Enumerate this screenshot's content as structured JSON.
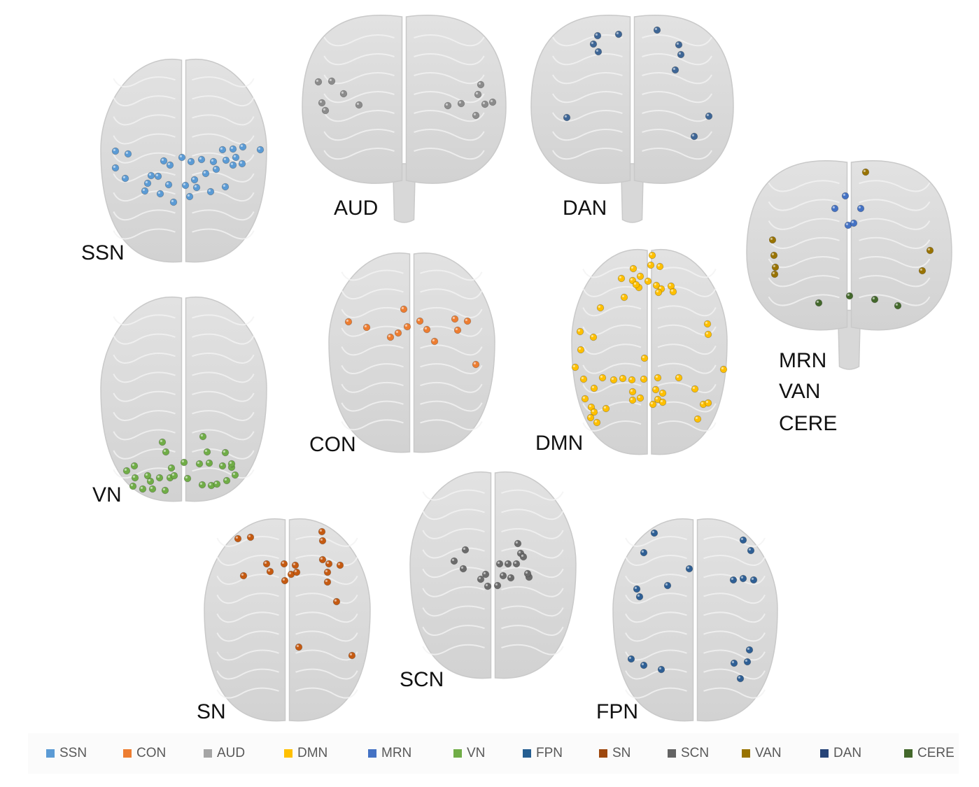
{
  "panels": [
    {
      "id": "ssn",
      "label": "SSN",
      "view": "axial",
      "node_color": "#5b9bd5"
    },
    {
      "id": "aud",
      "label": "AUD",
      "view": "coronal",
      "node_color": "#8c8c8c"
    },
    {
      "id": "dan",
      "label": "DAN",
      "view": "coronal",
      "node_color": "#3e6696"
    },
    {
      "id": "vn",
      "label": "VN",
      "view": "axial",
      "node_color": "#70ad47"
    },
    {
      "id": "con",
      "label": "CON",
      "view": "axial",
      "node_color": "#ed7d31"
    },
    {
      "id": "dmn",
      "label": "DMN",
      "view": "axial",
      "node_color": "#ffc000"
    },
    {
      "id": "mrn_van_cere",
      "label_lines": [
        "MRN",
        "VAN",
        "CERE"
      ],
      "view": "coronal"
    },
    {
      "id": "sn",
      "label": "SN",
      "view": "axial",
      "node_color": "#c55a11"
    },
    {
      "id": "scn",
      "label": "SCN",
      "view": "axial",
      "node_color": "#6b6b6b"
    },
    {
      "id": "fpn",
      "label": "FPN",
      "view": "axial",
      "node_color": "#2e5f95"
    }
  ],
  "legend": [
    {
      "label": "SSN",
      "color": "#5b9bd5"
    },
    {
      "label": "CON",
      "color": "#ed7d31"
    },
    {
      "label": "AUD",
      "color": "#a5a5a5"
    },
    {
      "label": "DMN",
      "color": "#ffc000"
    },
    {
      "label": "MRN",
      "color": "#4472c4"
    },
    {
      "label": "VN",
      "color": "#70ad47"
    },
    {
      "label": "FPN",
      "color": "#255e91"
    },
    {
      "label": "SN",
      "color": "#9e480e"
    },
    {
      "label": "SCN",
      "color": "#636363"
    },
    {
      "label": "VAN",
      "color": "#997300"
    },
    {
      "label": "DAN",
      "color": "#264478"
    },
    {
      "label": "CERE",
      "color": "#43682b"
    }
  ]
}
